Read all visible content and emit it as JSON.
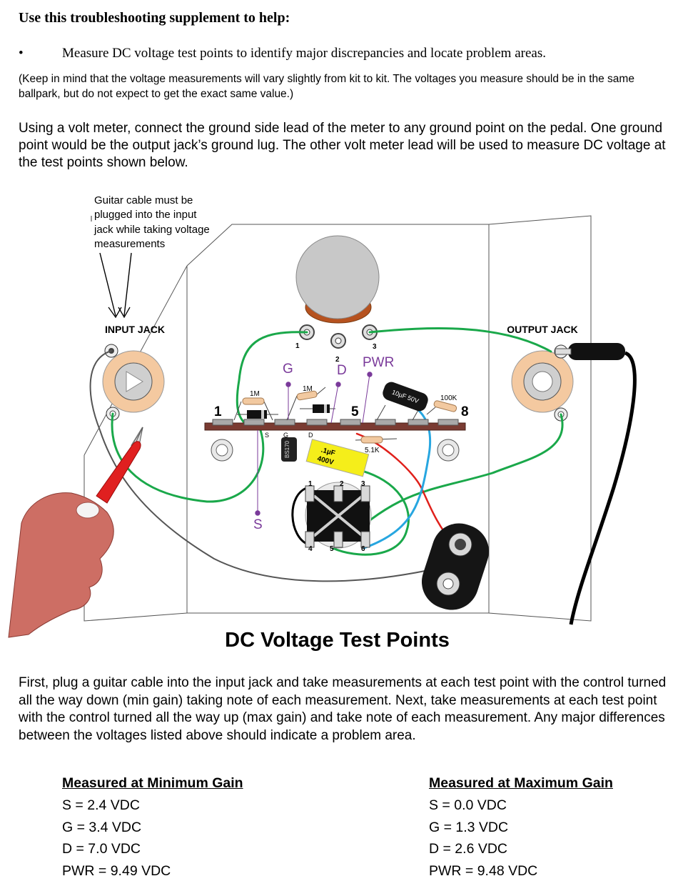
{
  "heading": "Use this troubleshooting supplement to help:",
  "bullet": {
    "symbol": "•",
    "text": "Measure DC voltage test points to identify major discrepancies and locate problem areas."
  },
  "note": "(Keep in mind that the voltage measurements will vary slightly from kit to kit.  The voltages you measure should be in the same ballpark, but do not expect to get the exact same value.)",
  "instructions": "Using a volt meter, connect the ground side lead of the meter to any ground point on the pedal. One ground point would be the output jack’s ground lug.  The other volt meter lead will be used to measure DC voltage at the test points shown below.",
  "diagram": {
    "callout_lines": [
      "Guitar cable must be",
      "plugged into the input",
      "jack while taking voltage",
      "measurements"
    ],
    "input_jack_label": "INPUT JACK",
    "output_jack_label": "OUTPUT JACK",
    "pot_lug_labels": [
      "1",
      "2",
      "3"
    ],
    "board_numbers": {
      "left": "1",
      "mid": "5",
      "right": "8"
    },
    "test_points": {
      "g": "G",
      "d": "D",
      "pwr": "PWR",
      "s": "S"
    },
    "transistor_pins": [
      "S",
      "G",
      "D"
    ],
    "transistor_marking": "BS170",
    "resistor_labels": {
      "r1": "1M",
      "r2": "1M",
      "r3": "100K",
      "r4": "5.1K"
    },
    "electrolytic_label": "10µF 50V",
    "film_cap_label": [
      ".1µF",
      "400V"
    ],
    "switch_pins": [
      "1",
      "2",
      "3",
      "4",
      "5",
      "6"
    ],
    "colors": {
      "green_wire": "#1aa84a",
      "red_wire": "#e0201b",
      "blue_wire": "#27a6e0",
      "test_point_purple": "#7a3a9a",
      "hand": "#cd6e64",
      "probe": "#e02020"
    }
  },
  "diagram_title": "DC Voltage Test Points",
  "procedure": "First, plug a guitar cable into the input jack and take measurements at each test point with the control turned all the way down (min gain) taking note of each measurement.  Next, take measurements at each test point with the control turned all the way up (max gain) and take note of each measurement.  Any major differences between the voltages listed above should indicate a problem area.",
  "measurements": {
    "min": {
      "title": "Measured at Minimum Gain",
      "rows": [
        "S = 2.4 VDC",
        "G = 3.4 VDC",
        "D = 7.0 VDC",
        "PWR = 9.49 VDC"
      ]
    },
    "max": {
      "title": "Measured at Maximum Gain",
      "rows": [
        "S = 0.0 VDC",
        "G = 1.3 VDC",
        "D = 2.6 VDC",
        "PWR = 9.48 VDC"
      ]
    }
  }
}
